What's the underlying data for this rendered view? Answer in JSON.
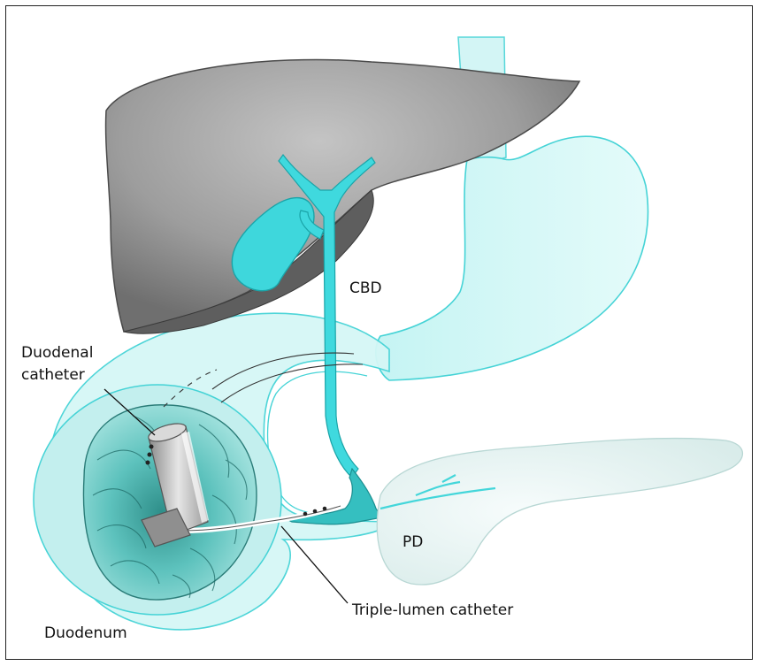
{
  "labels": {
    "cbd": "CBD",
    "duodenal_catheter_line1": "Duodenal",
    "duodenal_catheter_line2": "catheter",
    "pd": "PD",
    "duodenum": "Duodenum",
    "triple_lumen_catheter": "Triple-lumen catheter"
  },
  "colors": {
    "liver": "#9a9a9a",
    "liver_dark": "#5f5f5f",
    "organ_fill": "#c9f6f5",
    "organ_stroke": "#3cd3d6",
    "duct": "#3fd9de",
    "duodenum_inner": "#4bb7b2",
    "pancreas": "#eaf7f6",
    "catheter": "#c8c8c8",
    "leader": "#111111"
  }
}
